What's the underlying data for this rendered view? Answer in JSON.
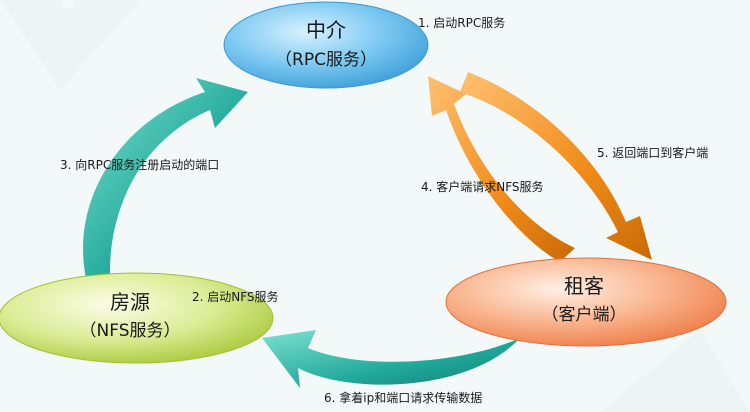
{
  "nodes": {
    "broker": {
      "name": "中介",
      "role": "（RPC服务）"
    },
    "landlord": {
      "name": "房源",
      "role": "（NFS服务）"
    },
    "tenant": {
      "name": "租客",
      "role": "（客户端）"
    }
  },
  "steps": {
    "s1": "1. 启动RPC服务",
    "s2": "2. 启动NFS服务",
    "s3": "3. 向RPC服务注册启动的端口",
    "s4": "4. 客户端请求NFS服务",
    "s5": "5. 返回端口到客户端",
    "s6": "6. 拿着ip和端口请求传输数据"
  },
  "colors": {
    "background": "#f3f9f8",
    "broker_node": "#5ab8ec",
    "landlord_node": "#c9e06a",
    "tenant_node": "#f7a274",
    "teal_arrow": "#1fa89a",
    "orange_arrow": "#f08a18"
  }
}
